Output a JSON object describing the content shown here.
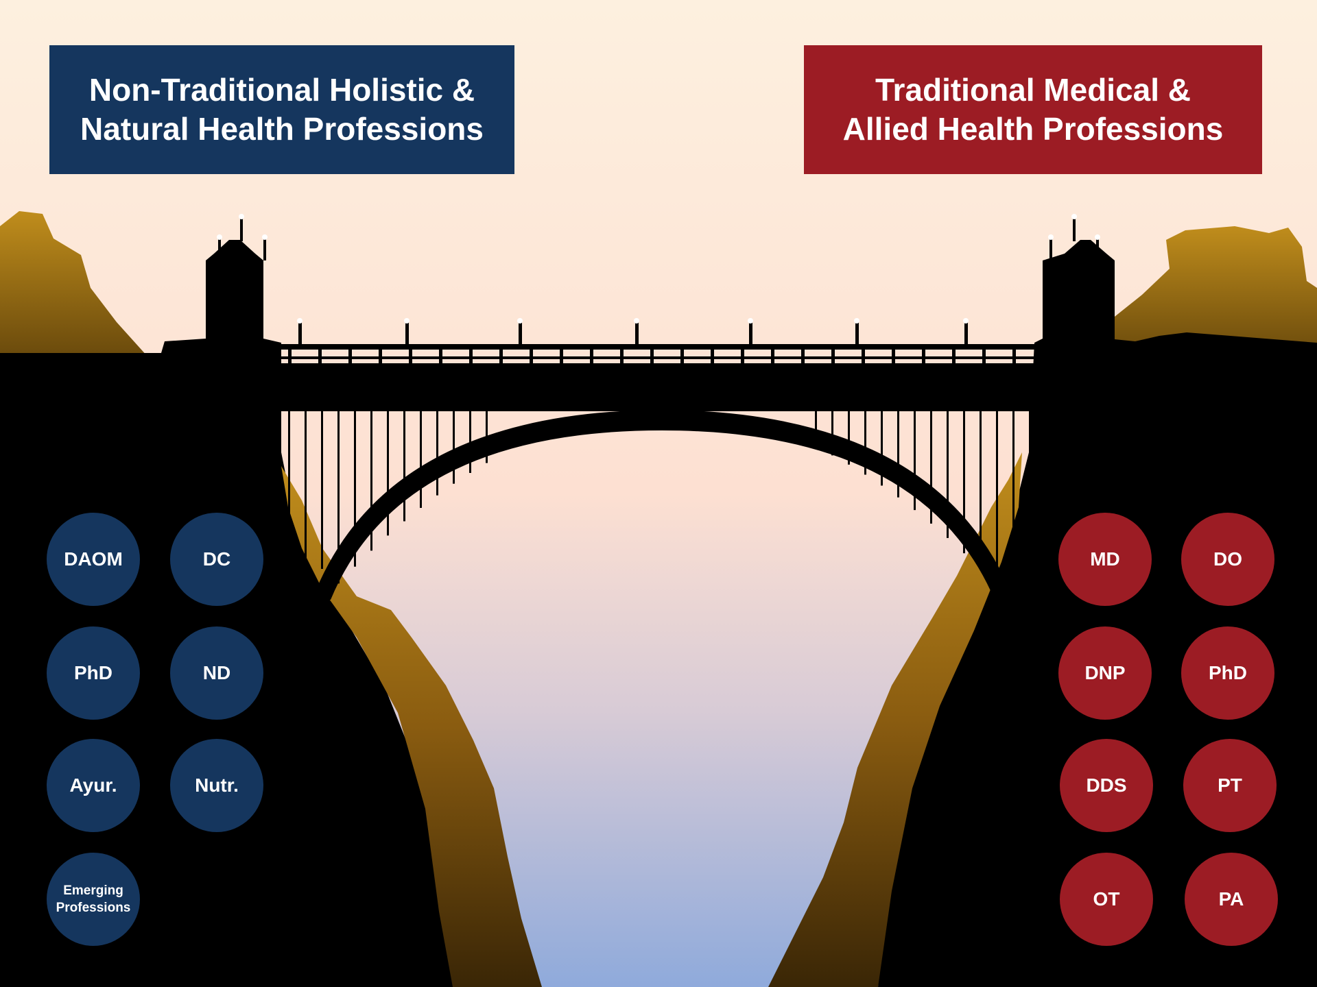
{
  "colors": {
    "holistic": "#15365e",
    "medical": "#9c1c24",
    "sky_top": "#fdf0df",
    "sky_bottom": "#8faadb",
    "rock_light": "#b98718",
    "rock_dark": "#3a2606",
    "silhouette": "#000000"
  },
  "left_panel": {
    "title_line1": "Non-Traditional Holistic &",
    "title_line2": "Natural Health Professions",
    "badges": [
      {
        "label": "DAOM"
      },
      {
        "label": "DC"
      },
      {
        "label": "PhD"
      },
      {
        "label": "ND"
      },
      {
        "label": "Ayur."
      },
      {
        "label": "Nutr."
      },
      {
        "label": "Emerging Professions"
      }
    ]
  },
  "right_panel": {
    "title_line1": "Traditional Medical &",
    "title_line2": "Allied Health Professions",
    "badges": [
      {
        "label": "MD"
      },
      {
        "label": "DO"
      },
      {
        "label": "DNP"
      },
      {
        "label": "PhD"
      },
      {
        "label": "DDS"
      },
      {
        "label": "PT"
      },
      {
        "label": "OT"
      },
      {
        "label": "PA"
      }
    ]
  },
  "scene": {
    "icon": "arch-bridge-over-canyon-icon"
  }
}
